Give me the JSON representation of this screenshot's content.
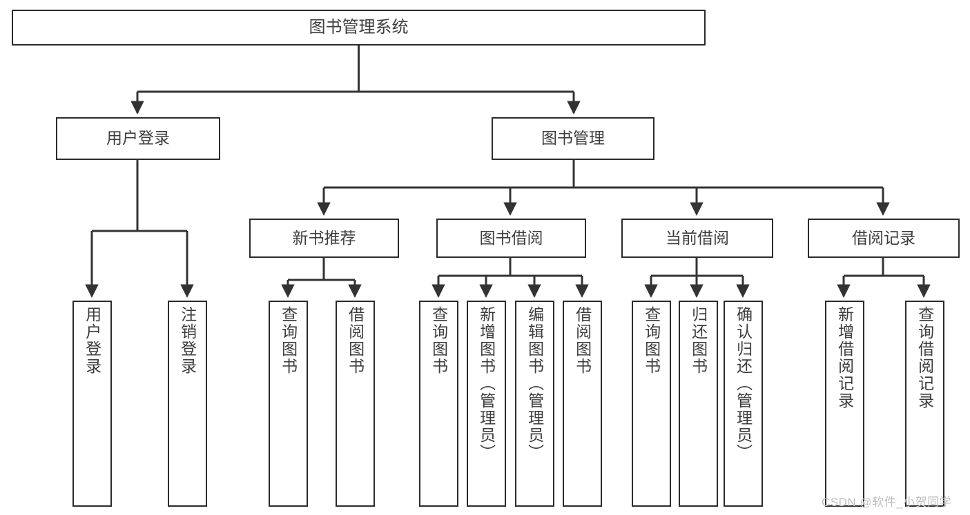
{
  "diagram": {
    "title": "图书管理系统",
    "type": "hierarchy-tree",
    "root": {
      "id": "root",
      "label": "图书管理系统"
    },
    "level2": [
      {
        "id": "user-login",
        "label": "用户登录"
      },
      {
        "id": "book-manage",
        "label": "图书管理"
      }
    ],
    "level3": [
      {
        "id": "new-book-rec",
        "label": "新书推荐"
      },
      {
        "id": "book-borrow",
        "label": "图书借阅"
      },
      {
        "id": "current-borrow",
        "label": "当前借阅"
      },
      {
        "id": "borrow-record",
        "label": "借阅记录"
      }
    ],
    "leaves": {
      "user_login": [
        {
          "id": "leaf-user-login",
          "label": "用户登录"
        },
        {
          "id": "leaf-logout",
          "label": "注销登录"
        }
      ],
      "new_book_rec": [
        {
          "id": "leaf-query-book-1",
          "label": "查询图书"
        },
        {
          "id": "leaf-borrow-book-1",
          "label": "借阅图书"
        }
      ],
      "book_borrow": [
        {
          "id": "leaf-query-book-2",
          "label": "查询图书"
        },
        {
          "id": "leaf-add-book",
          "label": "新增图书（管理员）"
        },
        {
          "id": "leaf-edit-book",
          "label": "编辑图书（管理员）"
        },
        {
          "id": "leaf-borrow-book-2",
          "label": "借阅图书"
        }
      ],
      "current_borrow": [
        {
          "id": "leaf-query-book-3",
          "label": "查询图书"
        },
        {
          "id": "leaf-return-book",
          "label": "归还图书"
        },
        {
          "id": "leaf-confirm-return",
          "label": "确认归还（管理员）"
        }
      ],
      "borrow_record": [
        {
          "id": "leaf-add-record",
          "label": "新增借阅记录"
        },
        {
          "id": "leaf-query-record",
          "label": "查询借阅记录"
        }
      ]
    },
    "watermark": "CSDN @软件_小贺同学",
    "colors": {
      "border": "#2b2b2b",
      "text": "#3d3d3d",
      "edge": "#333333",
      "background": "#ffffff",
      "watermark": "#bfbfbf"
    }
  }
}
